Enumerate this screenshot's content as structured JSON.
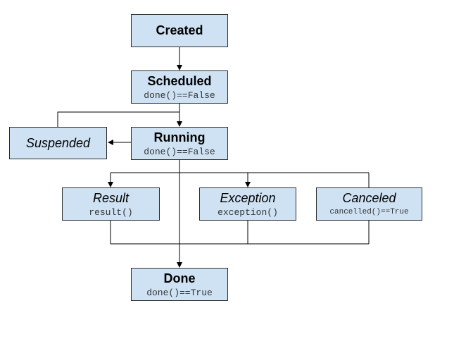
{
  "nodes": {
    "created": {
      "title": "Created"
    },
    "scheduled": {
      "title": "Scheduled",
      "sub": "done()==False"
    },
    "suspended": {
      "title": "Suspended"
    },
    "running": {
      "title": "Running",
      "sub": "done()==False"
    },
    "result": {
      "title": "Result",
      "sub": "result()"
    },
    "exception": {
      "title": "Exception",
      "sub": "exception()"
    },
    "canceled": {
      "title": "Canceled",
      "sub": "cancelled()==True"
    },
    "done": {
      "title": "Done",
      "sub": "done()==True"
    }
  },
  "colors": {
    "node_fill": "#cfe2f3",
    "border": "#2b2b2b",
    "line": "#000000"
  }
}
